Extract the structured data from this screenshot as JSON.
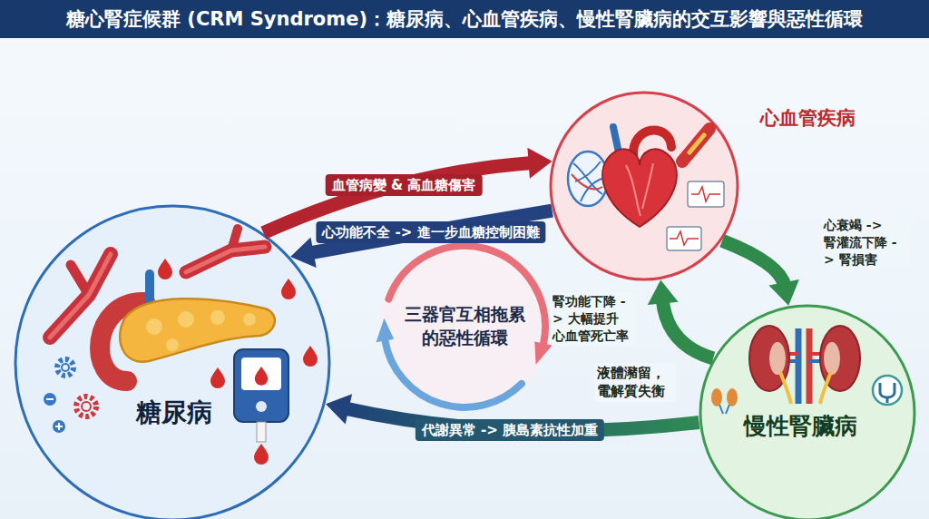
{
  "diagram": {
    "title": "糖心腎症候群 (CRM Syndrome)：糖尿病、心血管疾病、慢性腎臟病的交互影響與惡性循環",
    "nodes": [
      {
        "text": [
          "糖尿病"
        ]
      },
      {
        "text": [
          "心血管疾病"
        ]
      },
      {
        "text": [
          "慢性腎臟病"
        ]
      },
      {
        "text": [
          "三器官互相拖累的惡性循環"
        ]
      }
    ],
    "edges": [
      {
        "from": 0,
        "to": 1,
        "arrow": "to",
        "label": "血管病變 & 高血糖傷害"
      },
      {
        "from": 1,
        "to": 0,
        "arrow": "to",
        "label": "心功能不全 -> 進一步血糖控制困難"
      },
      {
        "from": 1,
        "to": 2,
        "arrow": "to",
        "label": "心衰竭 -> 腎灌流下降 -> 腎損害"
      },
      {
        "from": 2,
        "to": 1,
        "arrow": "to",
        "label": "腎功能下降 -> 大幅提升 心血管死亡率"
      },
      {
        "from": 2,
        "to": 0,
        "arrow": "to",
        "label": "代謝異常 -> 胰島素抗性加重"
      }
    ],
    "labels": [
      "液體瀦留， 電解質失衡"
    ]
  }
}
